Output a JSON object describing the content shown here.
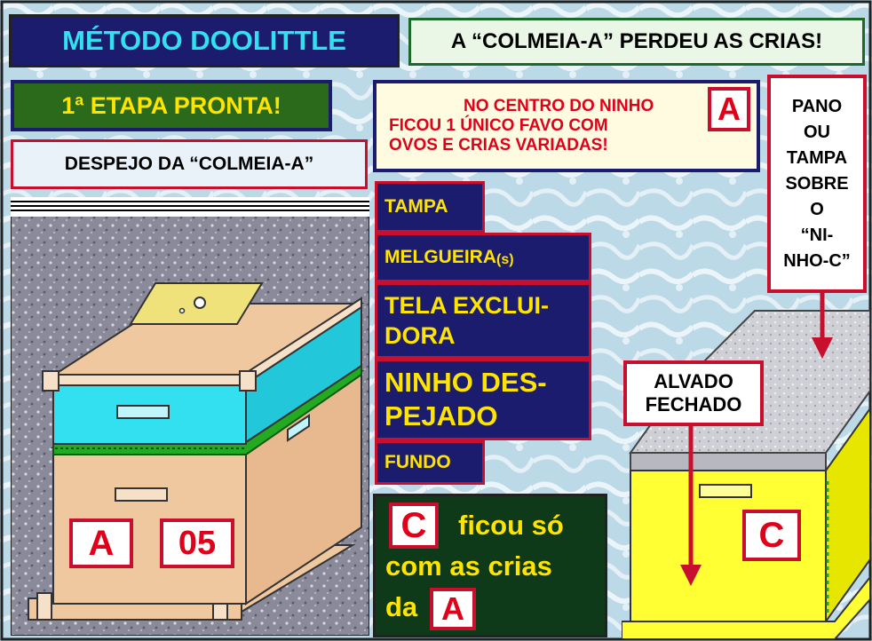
{
  "title": "MÉTODO DOOLITTLE",
  "headline": "A “COLMEIA-A” PERDEU AS CRIAS!",
  "stage": "1ª ETAPA PRONTA!",
  "despejo": "DESPEJO DA “COLMEIA-A”",
  "centro": {
    "line1": "NO CENTRO DO NINHO",
    "line2": "FICOU  1  ÚNICO  FAVO COM",
    "line3": "OVOS E CRIAS VARIADAS!",
    "tag": "A"
  },
  "pano": [
    "PANO",
    "OU",
    "TAMPA",
    "SOBRE",
    "O",
    "“NI-",
    "NHO-C”"
  ],
  "parts": {
    "tampa": "TAMPA",
    "melgueira": "MELGUEIRA",
    "melgueira_suffix": "(s)",
    "tela_1": "TELA EXCLUI-",
    "tela_2": "DORA",
    "ninho_1": "NINHO DES-",
    "ninho_2": "PEJADO",
    "fundo": "FUNDO"
  },
  "alvado": [
    "ALVADO",
    "FECHADO"
  ],
  "hive_a": {
    "tag": "A",
    "number": "05"
  },
  "hive_c": {
    "tag": "C"
  },
  "result": {
    "tag_c": "C",
    "text1": "ficou só",
    "text2": "com as crias",
    "text3": "da",
    "tag_a": "A"
  },
  "colors": {
    "accent_red": "#c8102e",
    "label_navy": "#1c1c6e",
    "label_text": "#ffe400",
    "cyan": "#33e0f0",
    "wood": "#f0c8a0",
    "yellow_hive": "#ffff33",
    "dark_green": "#0f3a1a"
  }
}
